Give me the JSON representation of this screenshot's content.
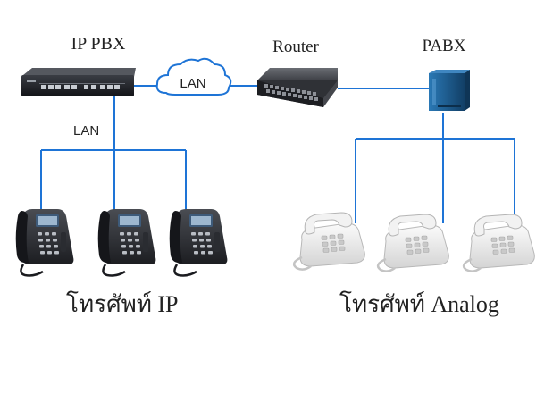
{
  "labels": {
    "ip_pbx": "IP PBX",
    "router": "Router",
    "pabx": "PABX",
    "cloud_lan": "LAN",
    "lan": "LAN",
    "ip_phones": "โทรศัพท์ IP",
    "analog_phones": "โทรศัพท์ Analog"
  },
  "counts": {
    "ip_phones": 3,
    "analog_phones": 3
  },
  "colors": {
    "wire": "#1e74d6",
    "device_dark": "#1d1f24",
    "pabx_blue": "#1d5f94",
    "phone_dark": "#2c2e33",
    "phone_light": "#e9e9e9"
  },
  "icons": {
    "ip_pbx": "rack-server-icon",
    "router": "network-switch-icon",
    "pabx": "pabx-cabinet-icon",
    "cloud": "cloud-icon",
    "ip_phone": "ip-desk-phone-icon",
    "analog_phone": "analog-phone-icon"
  }
}
